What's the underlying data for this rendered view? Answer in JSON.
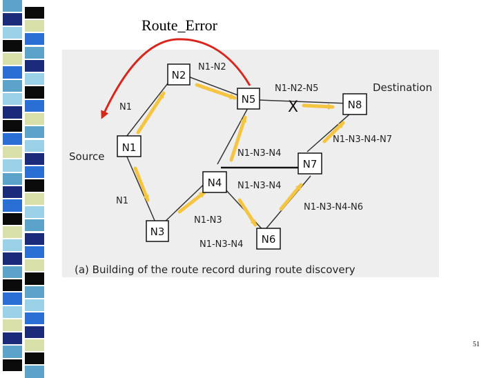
{
  "route_error_label": "Route_Error",
  "slide_number": "51",
  "colors": {
    "arrow_yellow": "#f5c542",
    "route_error_red": "#d9261c",
    "figure_bg": "#eeeeee",
    "strip": [
      "#5ba3c9",
      "#1c2a7a",
      "#9ad0e8",
      "#0a0a0a",
      "#d9dfa8",
      "#2a6fd6"
    ]
  },
  "diagram": {
    "nodes": {
      "n1": "N1",
      "n2": "N2",
      "n3": "N3",
      "n4": "N4",
      "n5": "N5",
      "n6": "N6",
      "n7": "N7",
      "n8": "N8"
    },
    "labels": {
      "source": "Source",
      "destination": "Destination",
      "broken_link_mark": "X",
      "n1_upper": "N1",
      "n1_lower": "N1",
      "n1_n2": "N1-N2",
      "n1_n2_n5": "N1-N2-N5",
      "n1_n3_n4_n7": "N1-N3-N4-N7",
      "n1_n3_n4_top": "N1-N3-N4",
      "n1_n3_n4_mid": "N1-N3-N4",
      "n1_n3": "N1-N3",
      "n1_n3_n4_bottom": "N1-N3-N4",
      "n1_n3_n4_n6": "N1-N3-N4-N6",
      "caption": "(a) Building of the route record during route discovery"
    }
  }
}
